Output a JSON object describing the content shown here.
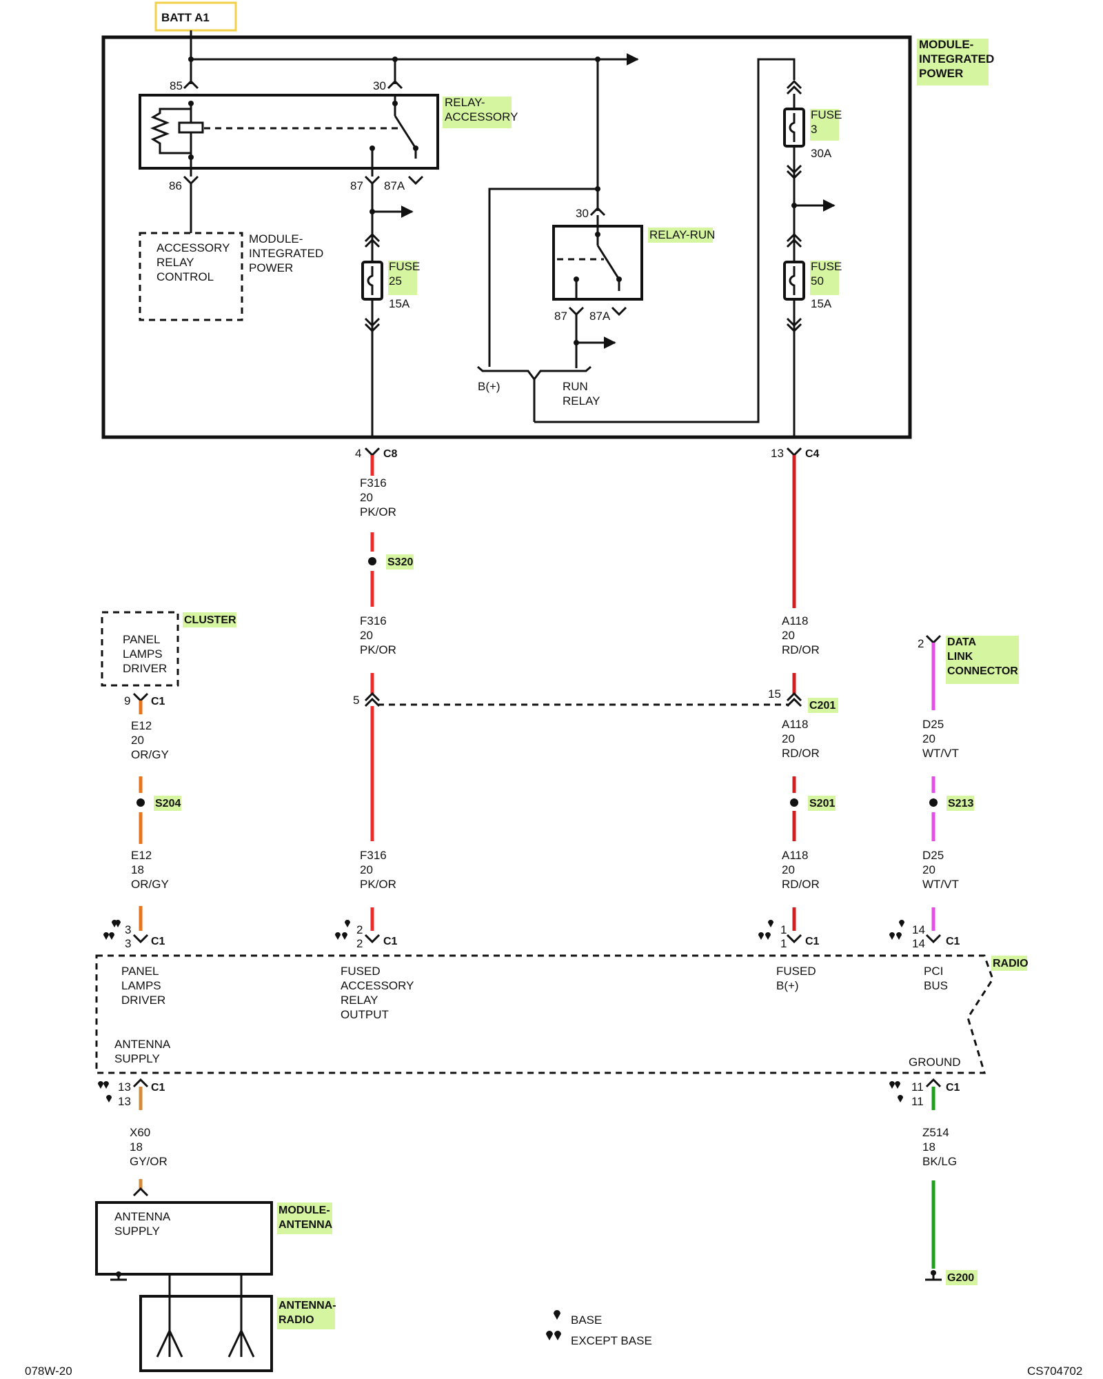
{
  "labels": {
    "batt": "BATT A1",
    "module_ipm": "MODULE-\nINTEGRATED\nPOWER",
    "module_ipm_inner": "MODULE-\nINTEGRATED\nPOWER",
    "relay_accessory": "RELAY-\nACCESSORY",
    "relay_run": "RELAY-RUN",
    "acc_relay_control": "ACCESSORY\nRELAY\nCONTROL",
    "cluster": "CLUSTER",
    "panel_lamps_driver_cluster": "PANEL\nLAMPS\nDRIVER",
    "data_link": "DATA\nLINK\nCONNECTOR",
    "radio": "RADIO",
    "module_antenna": "MODULE-\nANTENNA",
    "antenna_radio": "ANTENNA-\nRADIO",
    "b_plus": "B(+)",
    "run_relay": "RUN\nRELAY"
  },
  "fuses": [
    {
      "name": "FUSE\n3",
      "rating": "30A"
    },
    {
      "name": "FUSE\n25",
      "rating": "15A"
    },
    {
      "name": "FUSE\n50",
      "rating": "15A"
    }
  ],
  "pins": {
    "p85": "85",
    "p86": "86",
    "p30a": "30",
    "p87a": "87",
    "p87aa": "87A",
    "p30b": "30",
    "p87b": "87",
    "p87ab": "87A"
  },
  "connectors": {
    "c8": {
      "pin": "4",
      "name": "C8"
    },
    "c4": {
      "pin": "13",
      "name": "C4"
    },
    "c201_left": {
      "pin": "5"
    },
    "c201_right": {
      "pin": "15",
      "name": "C201"
    },
    "cluster_c1": {
      "pin": "9",
      "name": "C1"
    },
    "dlc_pin": {
      "pin": "2"
    },
    "radio_c1_1": {
      "base": "3",
      "except": "3",
      "name": "C1"
    },
    "radio_c1_2": {
      "base": "2",
      "except": "2",
      "name": "C1"
    },
    "radio_c1_3": {
      "base": "1",
      "except": "1",
      "name": "C1"
    },
    "radio_c1_4": {
      "base": "14",
      "except": "14",
      "name": "C1"
    },
    "radio_c1_ant": {
      "except": "13",
      "base": "13",
      "name": "C1"
    },
    "radio_c1_gnd": {
      "except": "11",
      "base": "11",
      "name": "C1"
    }
  },
  "wires": {
    "f316_a": "F316\n20\nPK/OR",
    "f316_b": "F316\n20\nPK/OR",
    "f316_c": "F316\n20\nPK/OR",
    "a118_a": "A118\n20\nRD/OR",
    "a118_b": "A118\n20\nRD/OR",
    "a118_c": "A118\n20\nRD/OR",
    "e12_a": "E12\n20\nOR/GY",
    "e12_b": "E12\n18\nOR/GY",
    "d25_a": "D25\n20\nWT/VT",
    "d25_b": "D25\n20\nWT/VT",
    "x60": "X60\n18\nGY/OR",
    "z514": "Z514\n18\nBK/LG"
  },
  "splices": {
    "s320": "S320",
    "s204": "S204",
    "s201": "S201",
    "s213": "S213",
    "g200": "G200"
  },
  "radio_pins": {
    "panel": "PANEL\nLAMPS\nDRIVER",
    "fused_acc": "FUSED\nACCESSORY\nRELAY\nOUTPUT",
    "fused_b": "FUSED\nB(+)",
    "pci": "PCI\nBUS",
    "antenna": "ANTENNA\nSUPPLY",
    "ground": "GROUND"
  },
  "antenna_supply": "ANTENNA\nSUPPLY",
  "legend": {
    "base": "BASE",
    "except": "EXCEPT BASE"
  },
  "footer": {
    "left": "078W-20",
    "right": "CS704702"
  },
  "colors": {
    "pk_or": "#ee2b2b",
    "rd_or": "#d11f1f",
    "or_gy": "#e8741c",
    "wt_vt": "#e24fe2",
    "gy_or": "#d48a3a",
    "bk_lg": "#1ea01e",
    "highlight": "#d6f5a0"
  }
}
